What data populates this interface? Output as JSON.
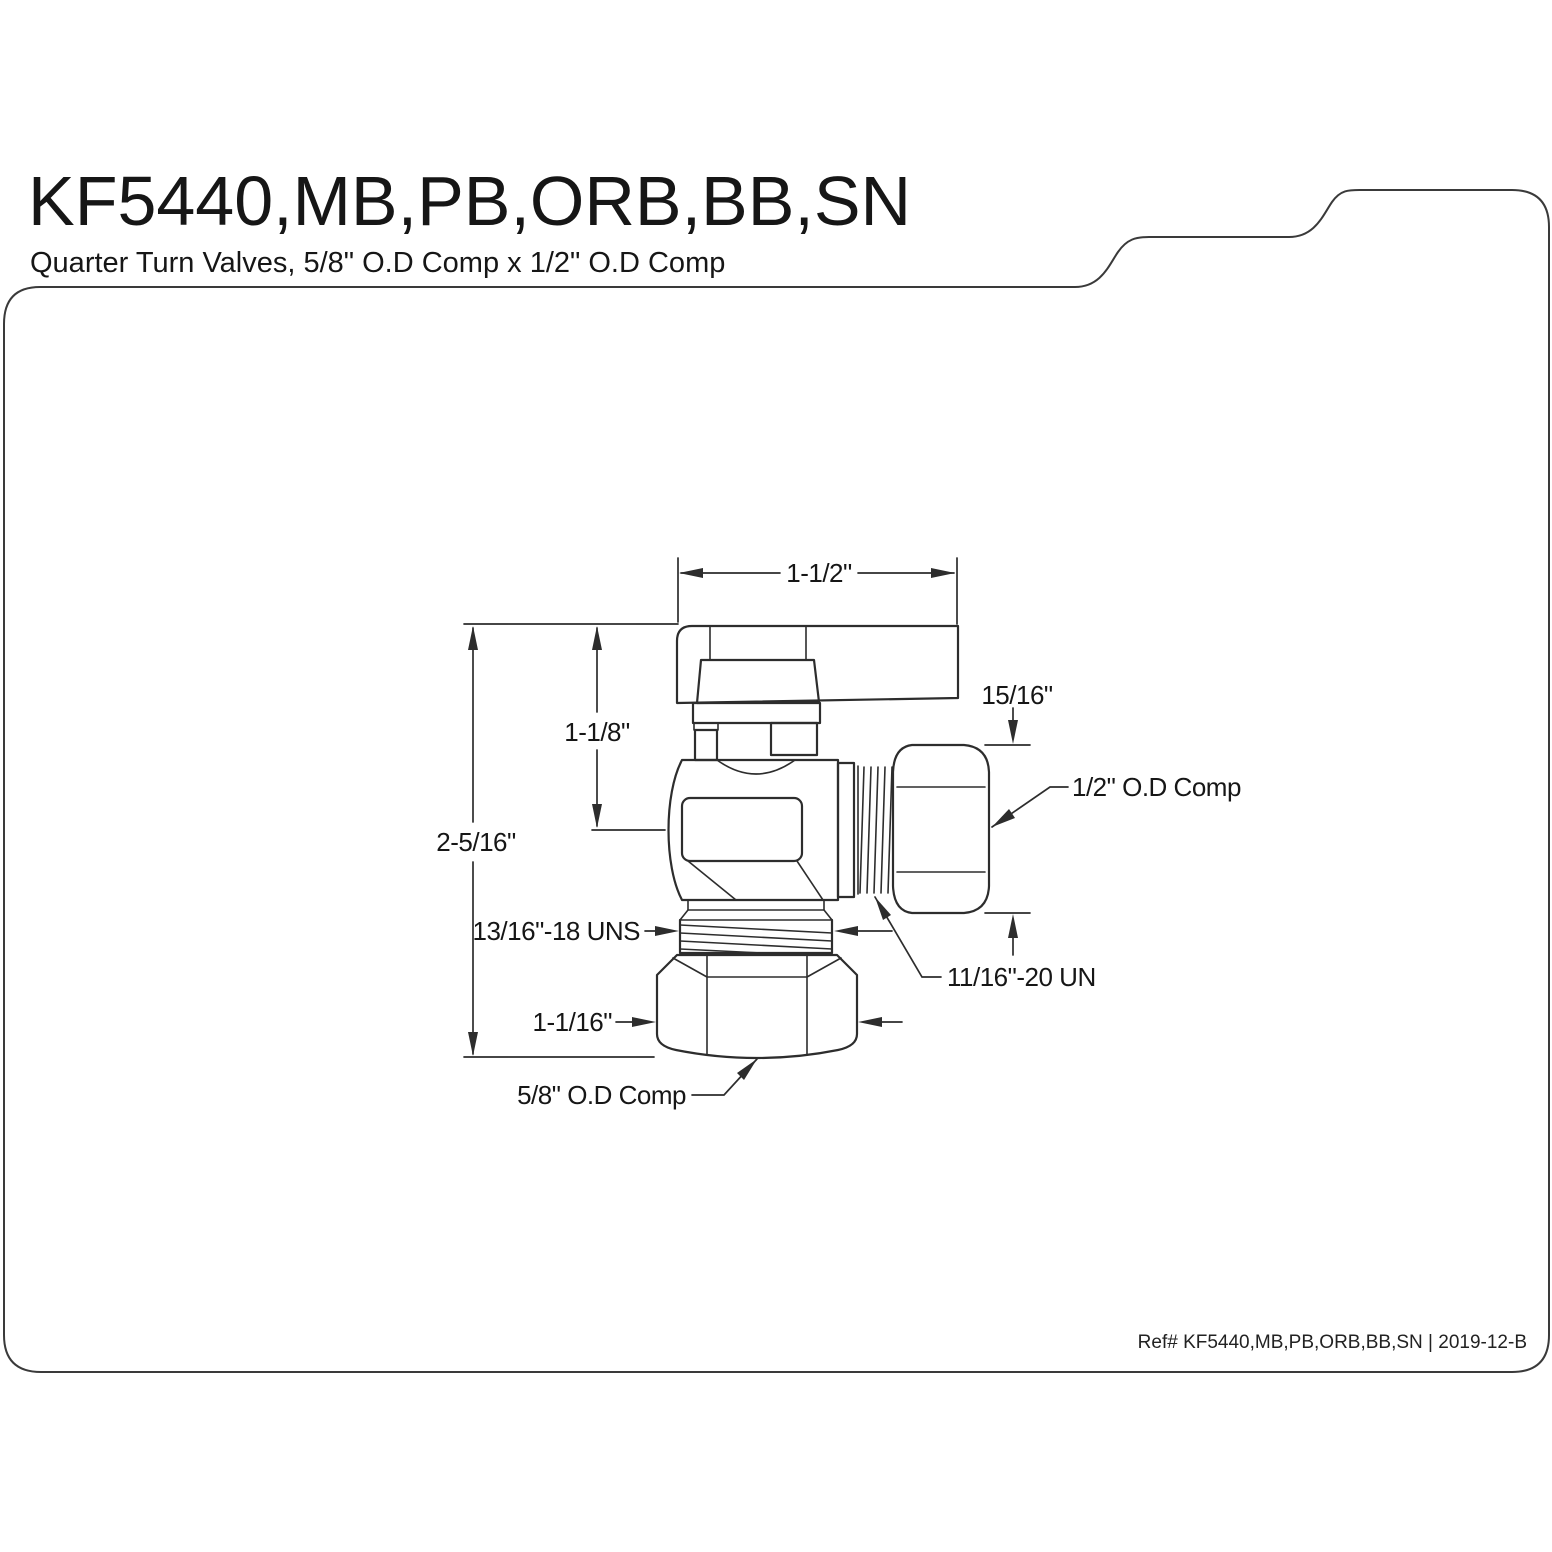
{
  "header": {
    "title": "KF5440,MB,PB,ORB,BB,SN",
    "subtitle": "Quarter Turn Valves, 5/8\" O.D Comp x 1/2\" O.D Comp"
  },
  "footer": {
    "ref": "Ref# KF5440,MB,PB,ORB,BB,SN | 2019-12-B"
  },
  "drawing": {
    "labels": {
      "width_top": "1-1/2\"",
      "height_handle": "1-1/8\"",
      "height_total": "2-5/16\"",
      "outlet_nut_height": "15/16\"",
      "outlet": "1/2\" O.D Comp",
      "outlet_thread": "11/16\"-20 UN",
      "inlet_thread": "13/16\"-18 UNS",
      "inlet_nut_width": "1-1/16\"",
      "inlet": "5/8\" O.D Comp"
    }
  },
  "colors": {
    "line": "#2d2d2d",
    "text": "#161616",
    "paper": "#ffffff"
  }
}
